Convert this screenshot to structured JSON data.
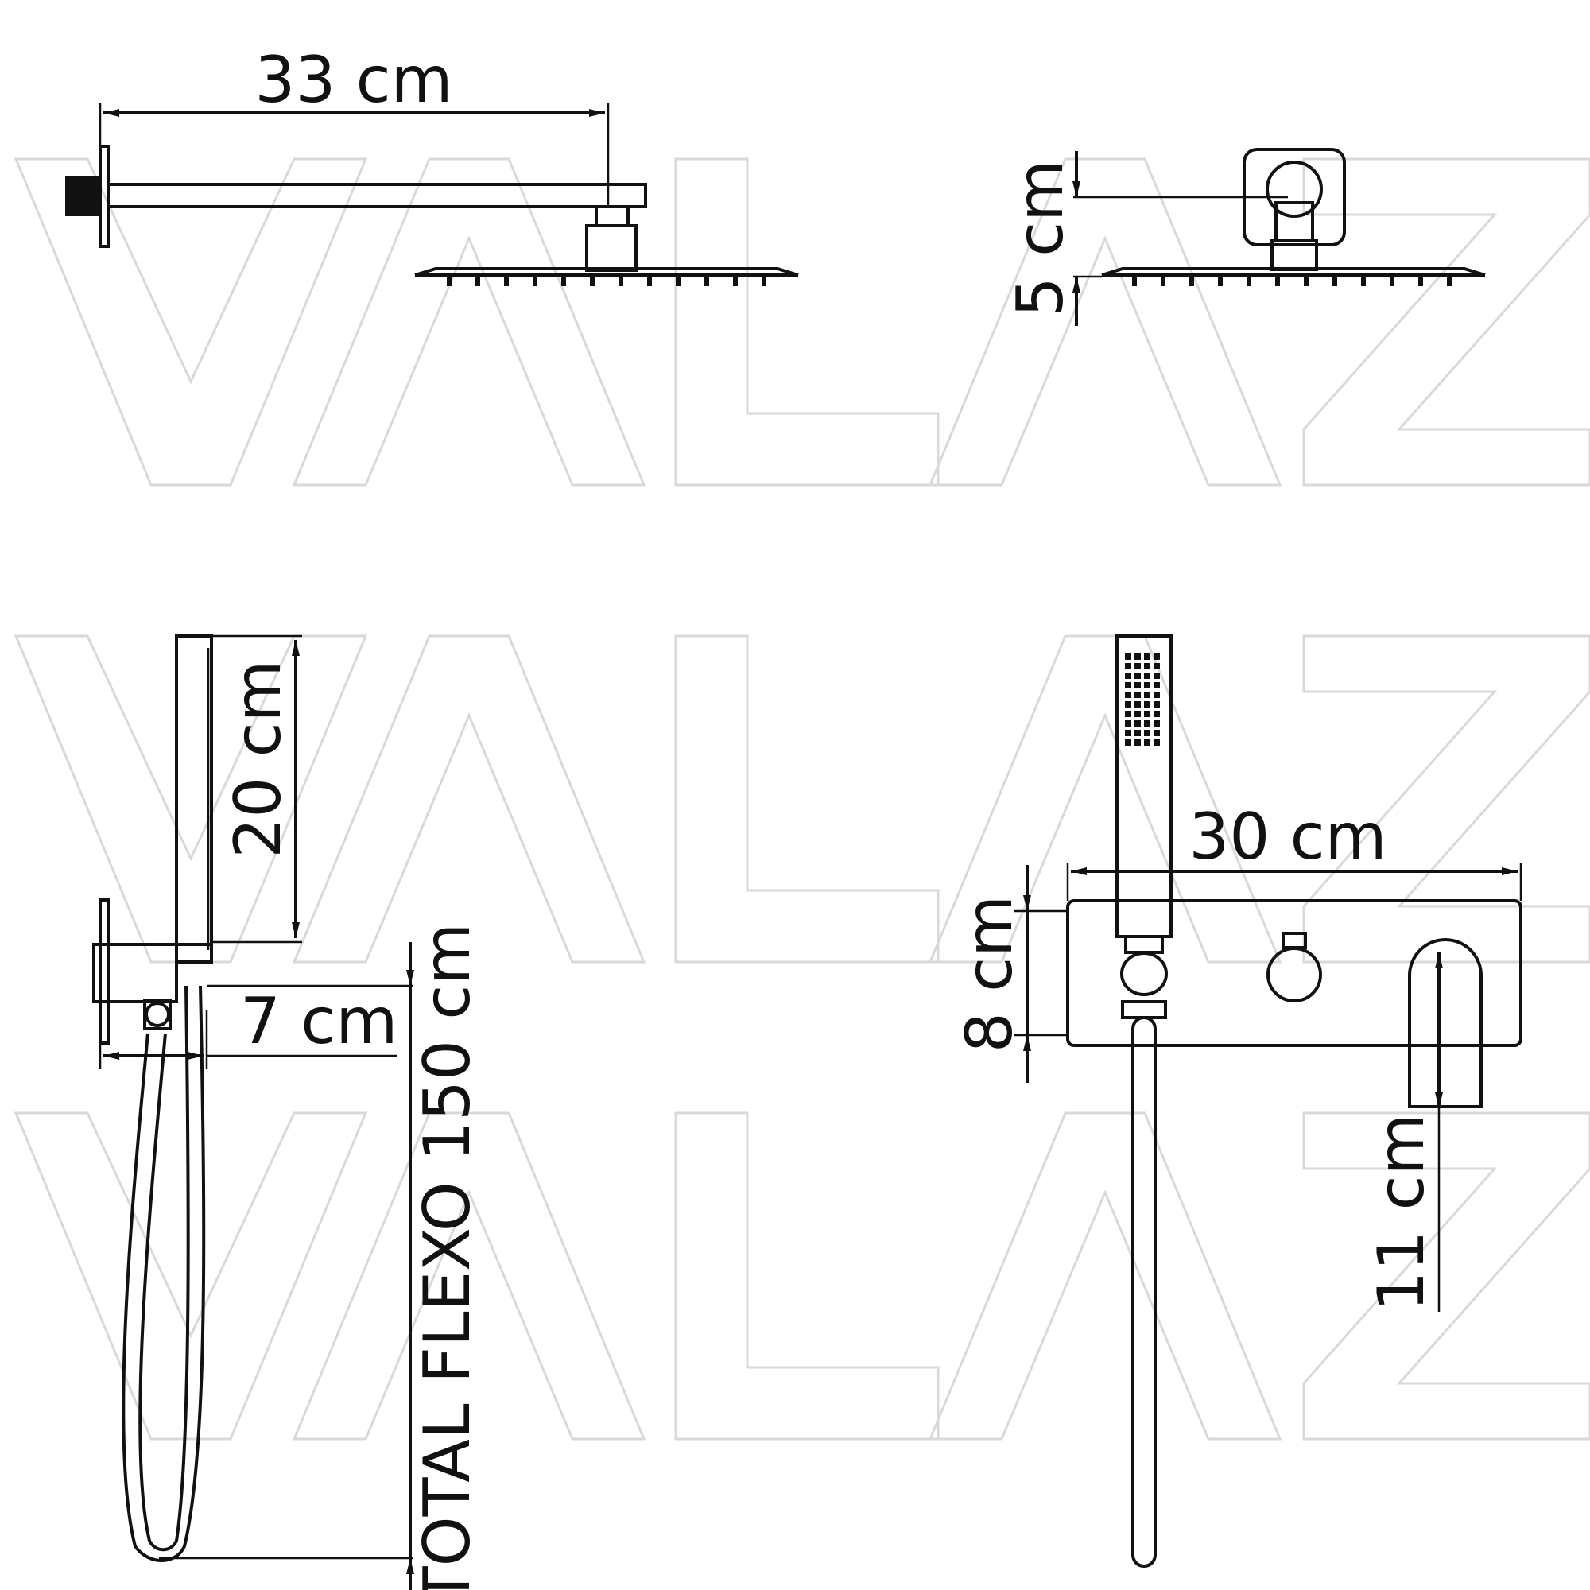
{
  "watermark": {
    "text": "VALAZ"
  },
  "dimensions": {
    "arm_length": "33 cm",
    "head_height": "5 cm",
    "handset_length": "20 cm",
    "holder_depth": "7 cm",
    "hose_length": "TOTAL FLEXO 150 cm",
    "plate_width": "30 cm",
    "plate_height": "8 cm",
    "spout_length": "11 cm"
  },
  "colors": {
    "line": "#111111",
    "watermark": "#d9d9d9",
    "background": "#ffffff"
  }
}
